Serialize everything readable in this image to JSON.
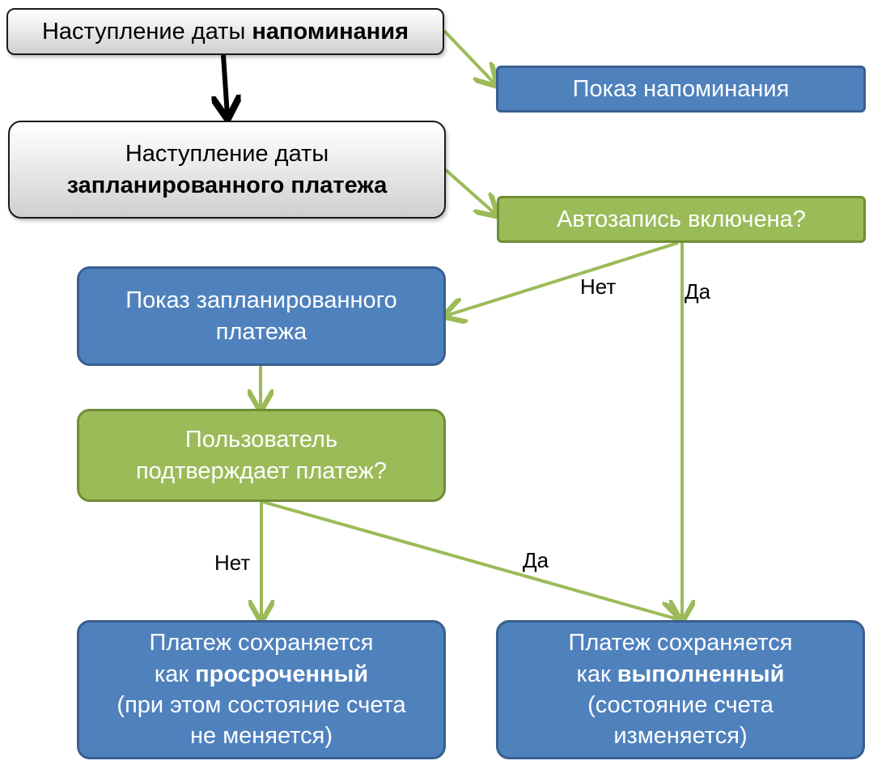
{
  "nodes": {
    "reminder_date": {
      "text": "Наступление даты ",
      "bold": "напоминания"
    },
    "show_reminder": {
      "text": "Показ напоминания"
    },
    "payment_date": {
      "line1": "Наступление даты",
      "bold": "запланированного платежа"
    },
    "autowrite": {
      "text": "Автозапись включена?"
    },
    "show_payment": {
      "line1": "Показ запланированного",
      "line2": "платежа"
    },
    "user_confirms": {
      "line1": "Пользователь",
      "line2": "подтверждает платеж?"
    },
    "overdue": {
      "line1": "Платеж сохраняется",
      "prefix": "как ",
      "bold": "просроченный",
      "line3": "(при этом состояние счета",
      "line4": "не меняется)"
    },
    "done": {
      "line1": "Платеж сохраняется",
      "prefix": "как ",
      "bold": "выполненный",
      "line3": "(состояние счета",
      "line4": "изменяется)"
    }
  },
  "edge_labels": {
    "autowrite_no": "Нет",
    "autowrite_yes": "Да",
    "confirm_no": "Нет",
    "confirm_yes": "Да"
  },
  "colors": {
    "blue_fill": "#4f81bd",
    "green_fill": "#9bbb59",
    "green_arrow": "#9bbb59",
    "black_arrow": "#000000"
  }
}
